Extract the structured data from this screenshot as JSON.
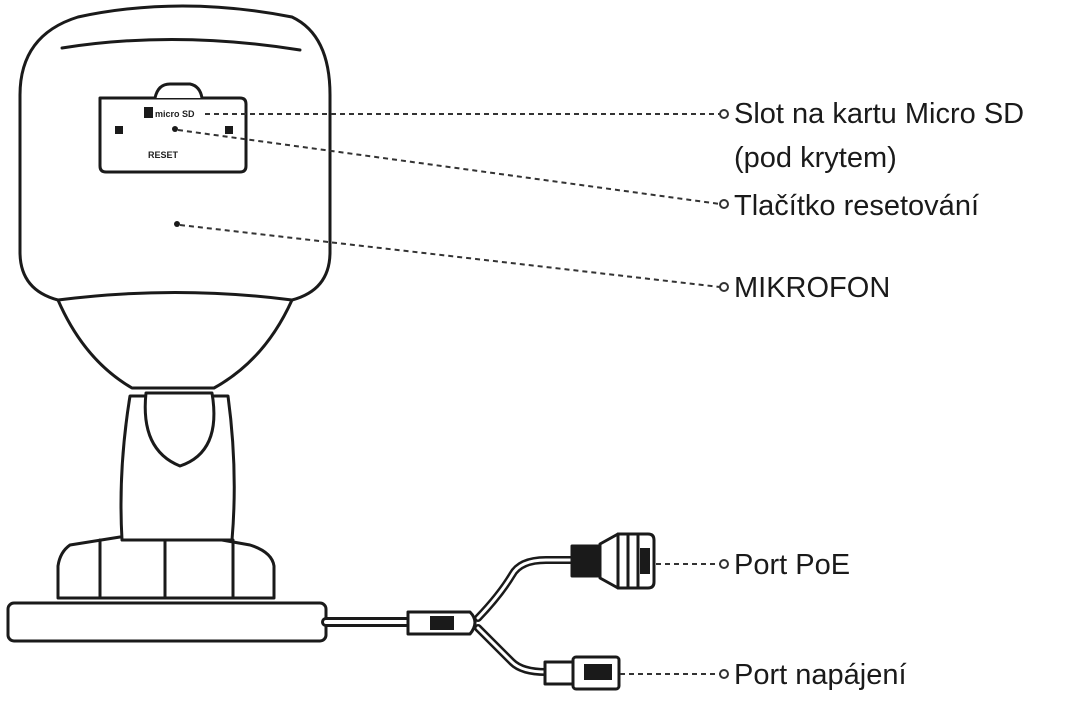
{
  "device_text": {
    "sd_mark": "micro SD",
    "reset_mark": "RESET"
  },
  "labels": {
    "microsd_line1": "Slot na kartu Micro SD",
    "microsd_line2": "(pod krytem)",
    "reset": "Tlačítko resetování",
    "microphone": "MIKROFON",
    "poe": "Port PoE",
    "power": "Port napájení"
  },
  "colors": {
    "outline": "#1a1a1a",
    "fill": "#ffffff",
    "text": "#1a1a1a"
  }
}
